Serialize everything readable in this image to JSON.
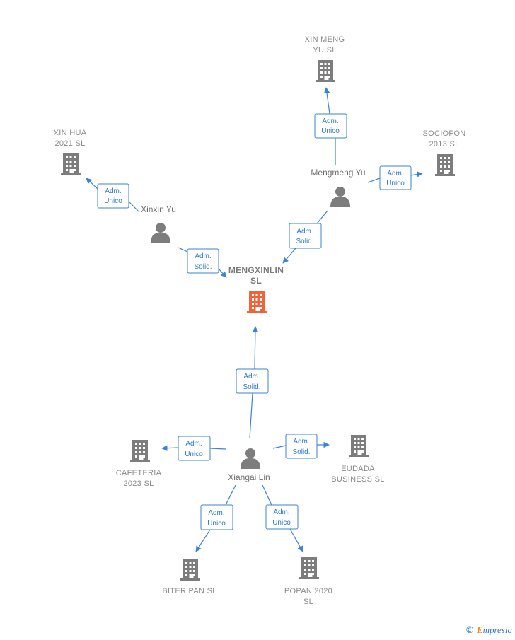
{
  "colors": {
    "edge": "#3a84d6",
    "role_text": "#2f78c9",
    "company": "#7d7d7d",
    "main_company": "#f0643a",
    "person": "#7d7d7d"
  },
  "nodes": {
    "mengxinlin": {
      "type": "company",
      "main": true,
      "lines": [
        "MENGXINLIN",
        "SL"
      ]
    },
    "xin_meng_yu": {
      "type": "company",
      "lines": [
        "XIN MENG",
        "YU  SL"
      ]
    },
    "sociofon": {
      "type": "company",
      "lines": [
        "SOCIOFON",
        "2013  SL"
      ]
    },
    "xin_hua": {
      "type": "company",
      "lines": [
        "XIN HUA",
        "2021  SL"
      ]
    },
    "cafeteria": {
      "type": "company",
      "lines": [
        "CAFETERIA",
        "2023  SL"
      ]
    },
    "eudada": {
      "type": "company",
      "lines": [
        "EUDADA",
        "BUSINESS  SL"
      ]
    },
    "biter_pan": {
      "type": "company",
      "lines": [
        "BITER PAN  SL"
      ]
    },
    "popan": {
      "type": "company",
      "lines": [
        "POPAN 2020",
        "SL"
      ]
    },
    "mengmeng": {
      "type": "person",
      "name": "Mengmeng Yu"
    },
    "xinxin": {
      "type": "person",
      "name": "Xinxin Yu"
    },
    "xiangai": {
      "type": "person",
      "name": "Xiangai Lin"
    }
  },
  "edges": [
    {
      "from": "mengmeng",
      "to": "xin_meng_yu",
      "role": [
        "Adm.",
        "Unico"
      ]
    },
    {
      "from": "mengmeng",
      "to": "sociofon",
      "role": [
        "Adm.",
        "Unico"
      ]
    },
    {
      "from": "mengmeng",
      "to": "mengxinlin",
      "role": [
        "Adm.",
        "Solid."
      ]
    },
    {
      "from": "xinxin",
      "to": "xin_hua",
      "role": [
        "Adm.",
        "Unico"
      ]
    },
    {
      "from": "xinxin",
      "to": "mengxinlin",
      "role": [
        "Adm.",
        "Solid."
      ]
    },
    {
      "from": "xiangai",
      "to": "mengxinlin",
      "role": [
        "Adm.",
        "Solid."
      ]
    },
    {
      "from": "xiangai",
      "to": "cafeteria",
      "role": [
        "Adm.",
        "Unico"
      ]
    },
    {
      "from": "xiangai",
      "to": "eudada",
      "role": [
        "Adm.",
        "Solid."
      ]
    },
    {
      "from": "xiangai",
      "to": "biter_pan",
      "role": [
        "Adm.",
        "Unico"
      ]
    },
    {
      "from": "xiangai",
      "to": "popan",
      "role": [
        "Adm.",
        "Unico"
      ]
    }
  ],
  "watermark": {
    "symbol": "©",
    "brand_first": "E",
    "brand_rest": "mpresia"
  }
}
